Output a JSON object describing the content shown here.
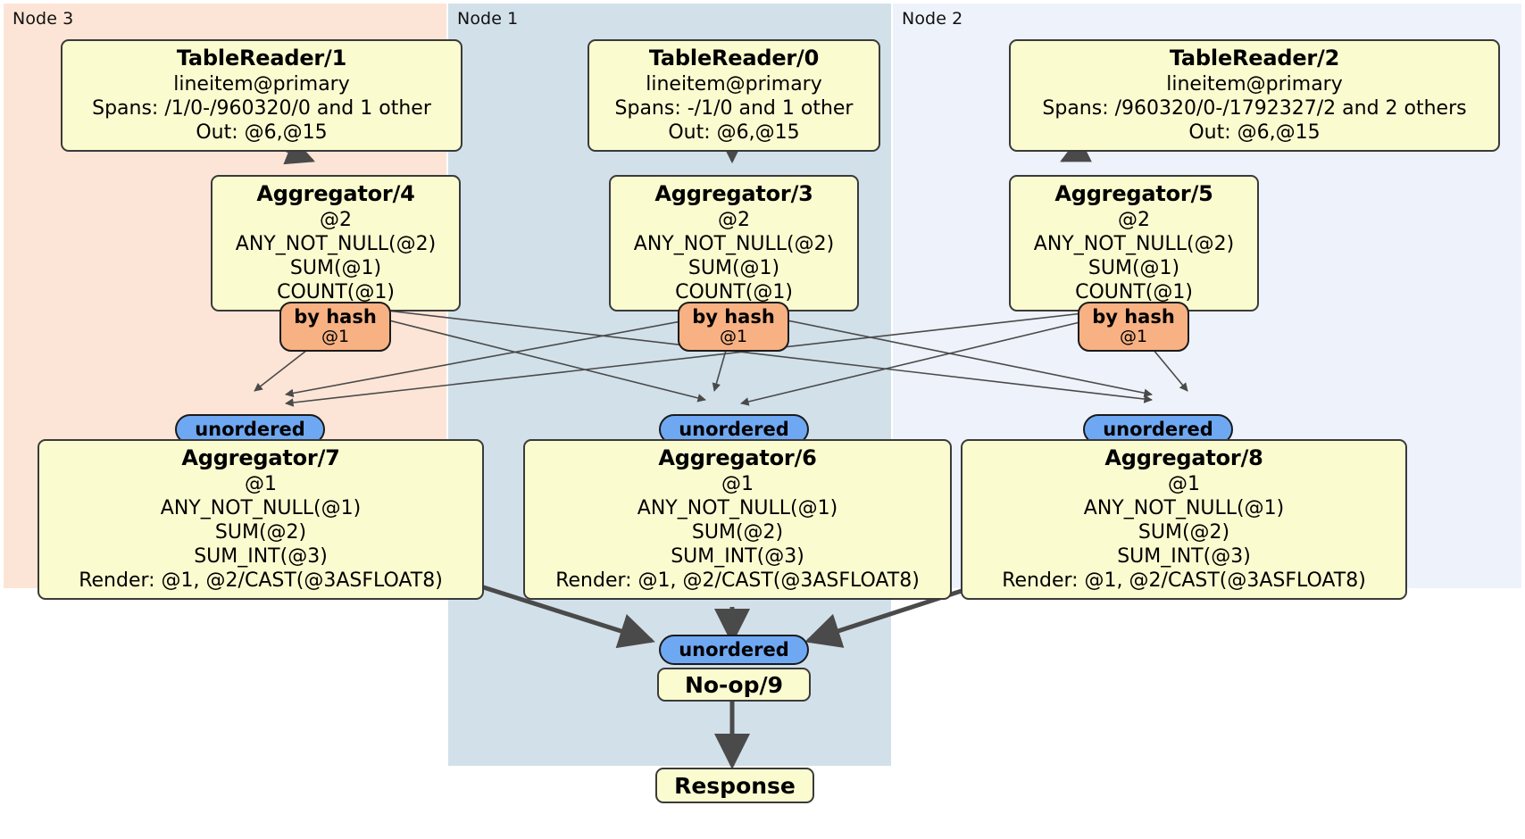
{
  "diagram": {
    "type": "distributed-query-plan",
    "panels": [
      {
        "id": "node3",
        "label": "Node 3",
        "color": "#fce5d6"
      },
      {
        "id": "node1",
        "label": "Node 1",
        "color": "#d2e0ea"
      },
      {
        "id": "node2",
        "label": "Node 2",
        "color": "#eef2fb"
      }
    ],
    "colors": {
      "processor_fill": "#fbfbd0",
      "processor_stroke": "#3a3a3a",
      "hash_router": "#f7b183",
      "unordered_synchronizer": "#6fa8f2",
      "edge": "#4a4a4a"
    },
    "table_readers": [
      {
        "id": "tr1",
        "title": "TableReader/1",
        "table": "lineitem@primary",
        "spans": "Spans: /1/0-/960320/0 and 1 other",
        "out": "Out: @6,@15",
        "node": "Node 3"
      },
      {
        "id": "tr0",
        "title": "TableReader/0",
        "table": "lineitem@primary",
        "spans": "Spans: -/1/0 and 1 other",
        "out": "Out: @6,@15",
        "node": "Node 1"
      },
      {
        "id": "tr2",
        "title": "TableReader/2",
        "table": "lineitem@primary",
        "spans": "Spans: /960320/0-/1792327/2 and 2 others",
        "out": "Out: @6,@15",
        "node": "Node 2"
      }
    ],
    "aggregators_stage1": [
      {
        "id": "agg4",
        "title": "Aggregator/4",
        "group": "@2",
        "aggs": [
          "ANY_NOT_NULL(@2)",
          "SUM(@1)",
          "COUNT(@1)"
        ],
        "node": "Node 3"
      },
      {
        "id": "agg3",
        "title": "Aggregator/3",
        "group": "@2",
        "aggs": [
          "ANY_NOT_NULL(@2)",
          "SUM(@1)",
          "COUNT(@1)"
        ],
        "node": "Node 1"
      },
      {
        "id": "agg5",
        "title": "Aggregator/5",
        "group": "@2",
        "aggs": [
          "ANY_NOT_NULL(@2)",
          "SUM(@1)",
          "COUNT(@1)"
        ],
        "node": "Node 2"
      }
    ],
    "hash_routers": [
      {
        "id": "hash4",
        "label": "by hash",
        "key": "@1",
        "node": "Node 3"
      },
      {
        "id": "hash3",
        "label": "by hash",
        "key": "@1",
        "node": "Node 1"
      },
      {
        "id": "hash5",
        "label": "by hash",
        "key": "@1",
        "node": "Node 2"
      }
    ],
    "synchronizers_mid": [
      {
        "id": "sync7",
        "label": "unordered",
        "node": "Node 3"
      },
      {
        "id": "sync6",
        "label": "unordered",
        "node": "Node 1"
      },
      {
        "id": "sync8",
        "label": "unordered",
        "node": "Node 2"
      }
    ],
    "aggregators_stage2": [
      {
        "id": "agg7",
        "title": "Aggregator/7",
        "group": "@1",
        "aggs": [
          "ANY_NOT_NULL(@1)",
          "SUM(@2)",
          "SUM_INT(@3)"
        ],
        "render": "Render: @1, @2/CAST(@3ASFLOAT8)",
        "node": "Node 3"
      },
      {
        "id": "agg6",
        "title": "Aggregator/6",
        "group": "@1",
        "aggs": [
          "ANY_NOT_NULL(@1)",
          "SUM(@2)",
          "SUM_INT(@3)"
        ],
        "render": "Render: @1, @2/CAST(@3ASFLOAT8)",
        "node": "Node 1"
      },
      {
        "id": "agg8",
        "title": "Aggregator/8",
        "group": "@1",
        "aggs": [
          "ANY_NOT_NULL(@1)",
          "SUM(@2)",
          "SUM_INT(@3)"
        ],
        "render": "Render: @1, @2/CAST(@3ASFLOAT8)",
        "node": "Node 2"
      }
    ],
    "final_sync": {
      "id": "sync9",
      "label": "unordered",
      "node": "Node 1"
    },
    "noop": {
      "id": "noop9",
      "label": "No-op/9",
      "node": "Node 1"
    },
    "response": {
      "id": "response",
      "label": "Response",
      "node": "Node 1"
    }
  }
}
